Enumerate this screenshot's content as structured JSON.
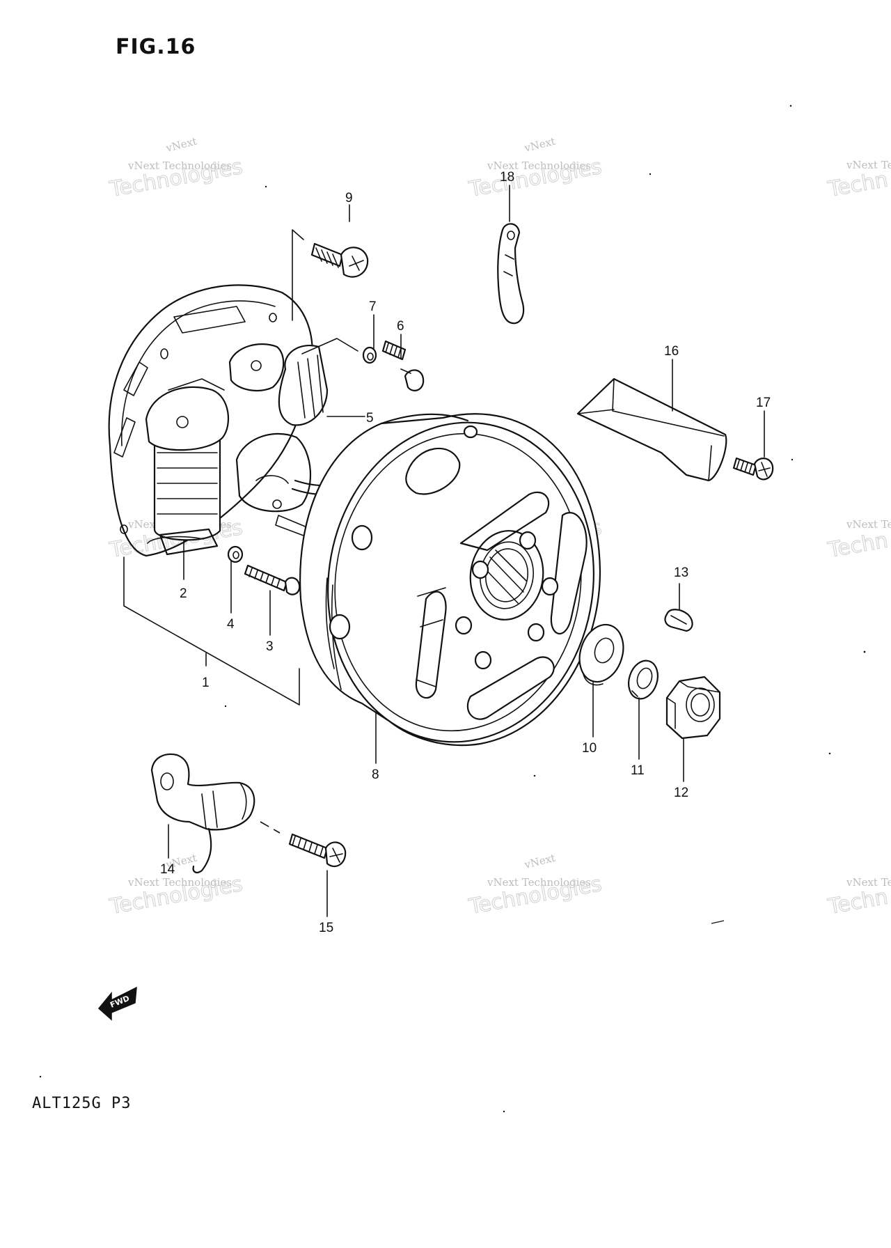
{
  "figure": {
    "title": "FIG.16",
    "model_code": "ALT125G  P3",
    "fwd_label": "FWD"
  },
  "watermark": {
    "line_small": "vNext Technologies",
    "line_top": "vNext",
    "line_big": "Technologies",
    "edge_small": "vNext Te",
    "edge_big": "Techn"
  },
  "callouts": [
    {
      "id": "c1",
      "label": "1"
    },
    {
      "id": "c2",
      "label": "2"
    },
    {
      "id": "c3",
      "label": "3"
    },
    {
      "id": "c4",
      "label": "4"
    },
    {
      "id": "c5",
      "label": "5"
    },
    {
      "id": "c6",
      "label": "6"
    },
    {
      "id": "c7",
      "label": "7"
    },
    {
      "id": "c8",
      "label": "8"
    },
    {
      "id": "c9",
      "label": "9"
    },
    {
      "id": "c10",
      "label": "10"
    },
    {
      "id": "c11",
      "label": "11"
    },
    {
      "id": "c12",
      "label": "12"
    },
    {
      "id": "c13",
      "label": "13"
    },
    {
      "id": "c14",
      "label": "14"
    },
    {
      "id": "c15",
      "label": "15"
    },
    {
      "id": "c16",
      "label": "16"
    },
    {
      "id": "c17",
      "label": "17"
    },
    {
      "id": "c18",
      "label": "18"
    }
  ]
}
